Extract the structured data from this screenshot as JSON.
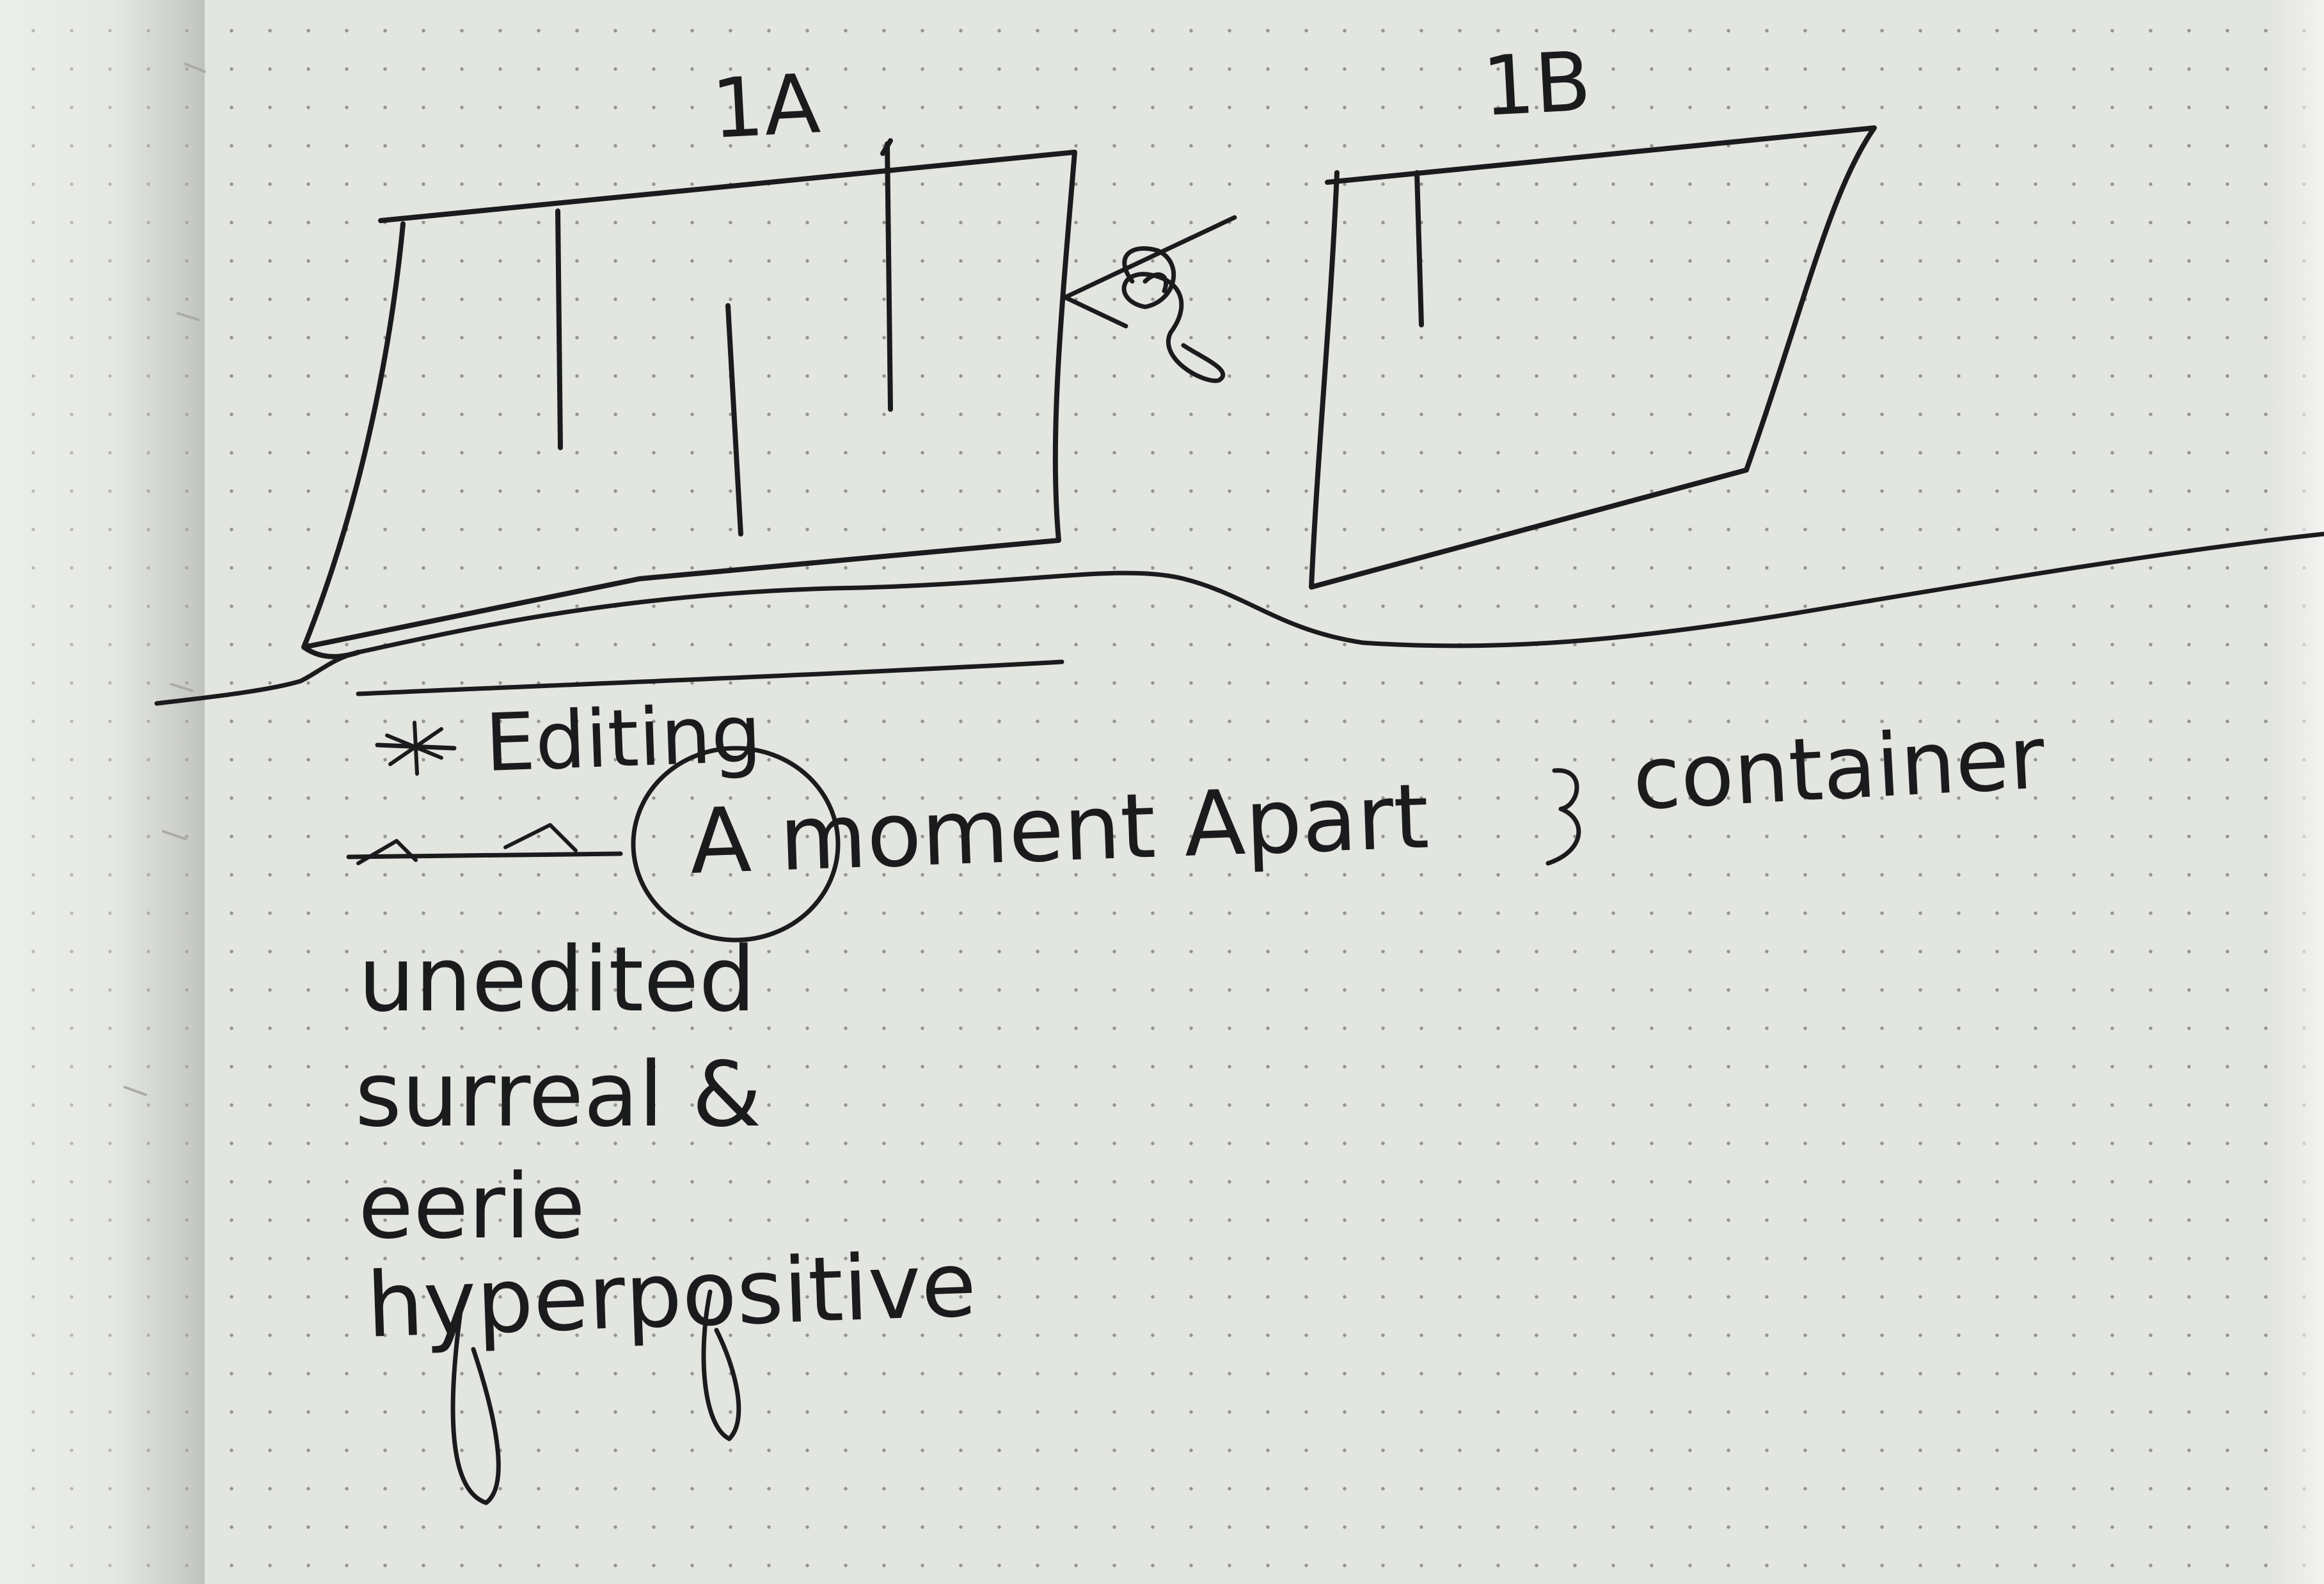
{
  "notebook_page": {
    "sketch_labels": {
      "panel_a": "1A",
      "panel_b": "1B"
    },
    "notes": [
      {
        "id": "line-editing",
        "text": "Editing"
      },
      {
        "id": "line-moment-apart",
        "text": "A moment Apart"
      },
      {
        "id": "line-container",
        "text": "container"
      },
      {
        "id": "line-unedited",
        "text": "unedited"
      },
      {
        "id": "line-surreal",
        "text": "surreal &"
      },
      {
        "id": "line-eerie",
        "text": "eerie"
      },
      {
        "id": "line-hyperpositive",
        "text": "hyperpositive"
      }
    ],
    "colors": {
      "paper": "#e3e5e0",
      "ink": "#1a1b1c",
      "dot_grid": "#6f716c"
    }
  }
}
